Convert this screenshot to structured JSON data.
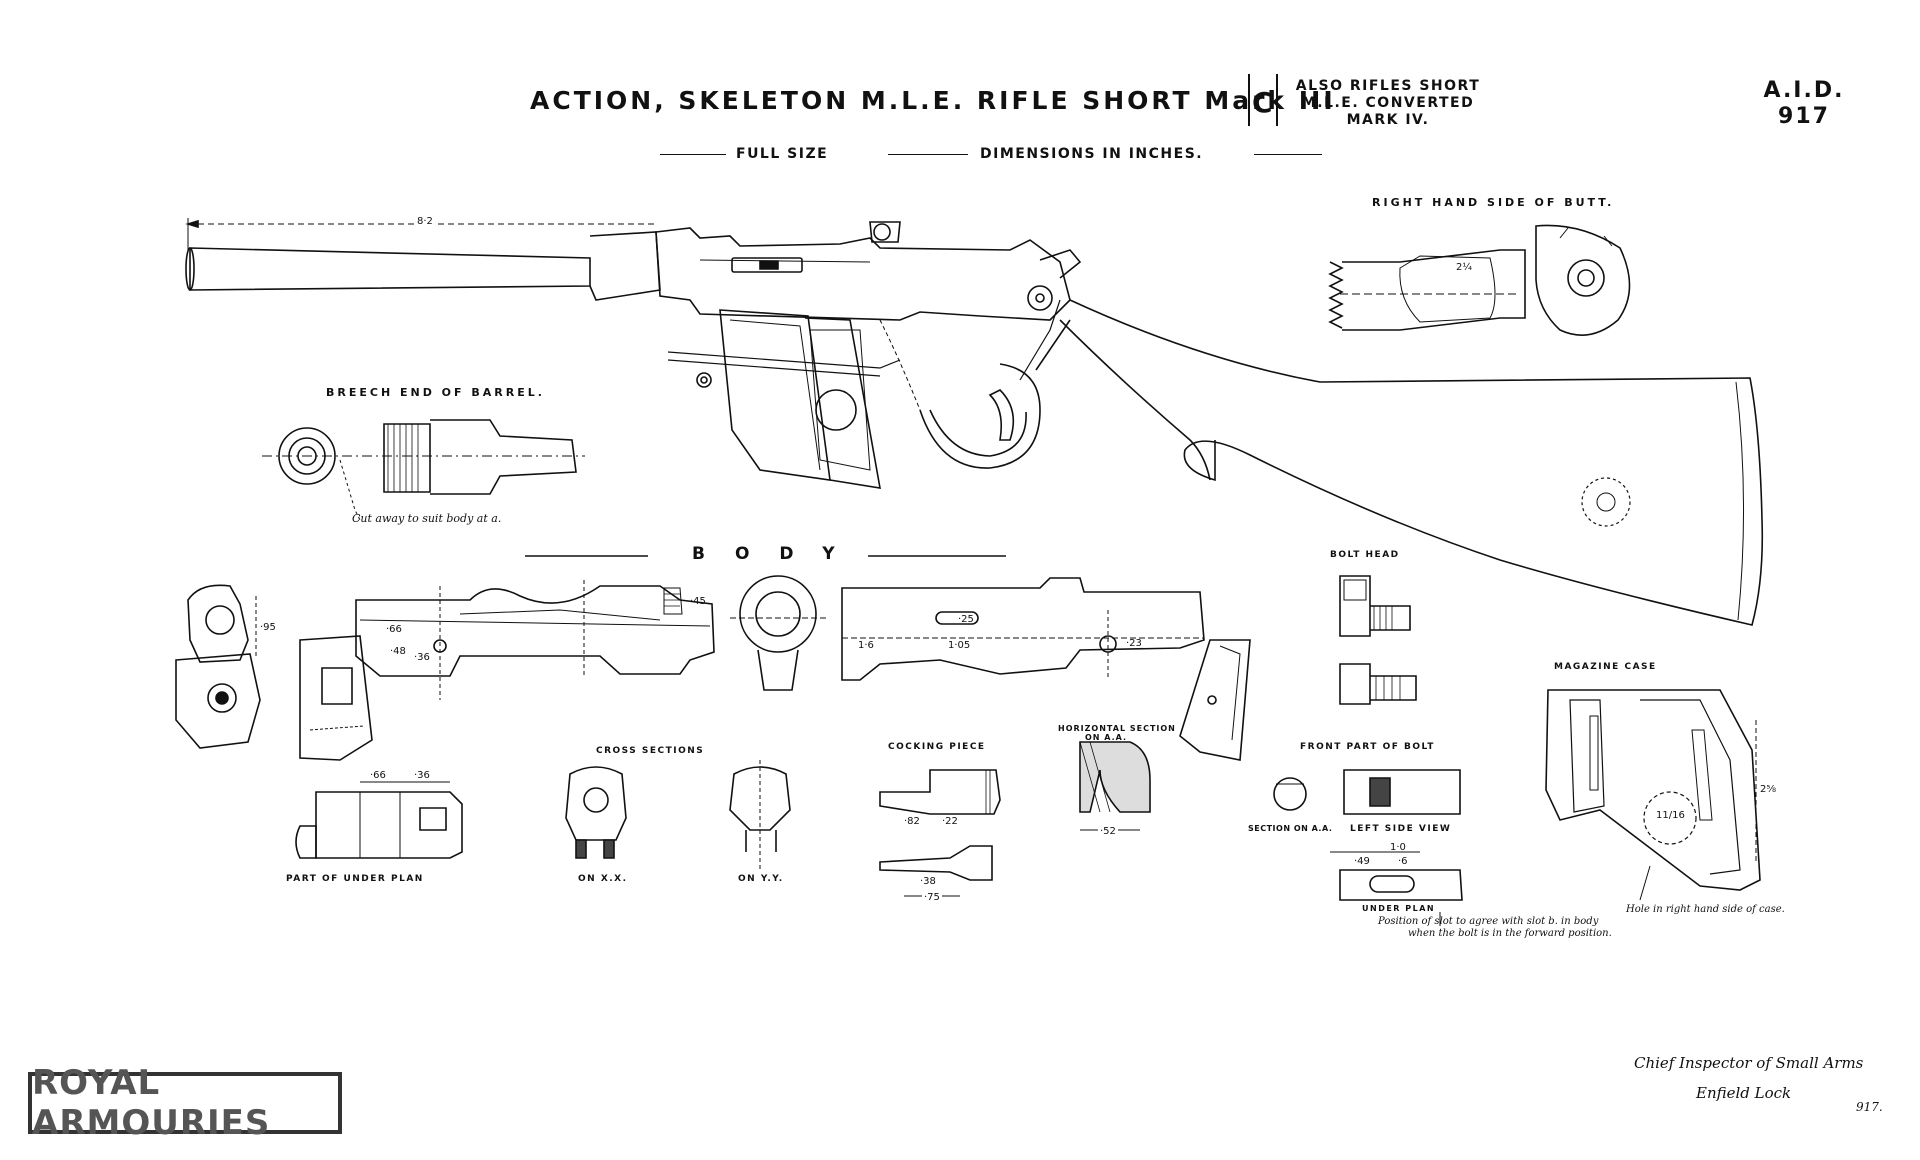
{
  "header": {
    "title": "ACTION, SKELETON  M.L.E. RIFLE SHORT",
    "mark": "Mark III",
    "mark_letter": "C",
    "also_line1": "ALSO RIFLES SHORT",
    "also_line2": "M.L.E. CONVERTED",
    "also_line3": "MARK IV.",
    "aid_line1": "A.I.D.",
    "aid_line2": "917"
  },
  "subheader": {
    "full_size": "FULL SIZE",
    "dimensions": "DIMENSIONS IN INCHES."
  },
  "labels": {
    "right_hand_butt": "RIGHT HAND SIDE OF BUTT.",
    "breech_end": "BREECH END OF BARREL.",
    "cut_away": "Cut away to suit body at a.",
    "body": "BODY",
    "bolt_head": "BOLT HEAD",
    "magazine_case": "MAGAZINE CASE",
    "front_part_bolt": "FRONT PART OF BOLT",
    "cross_sections": "CROSS SECTIONS",
    "cocking_piece": "COCKING PIECE",
    "horizontal_section": "HORIZONTAL SECTION",
    "horizontal_section_on": "ON A.A.",
    "part_under_plan": "PART OF UNDER PLAN",
    "on_xx": "ON X.X.",
    "on_yy": "ON Y.Y.",
    "section_on_aa": "SECTION ON A.A.",
    "left_side_view": "LEFT SIDE VIEW",
    "under_plan": "UNDER PLAN",
    "slot_note_1": "Position of slot to agree with slot b. in body",
    "slot_note_2": "when the bolt is in the forward position.",
    "hole_note": "Hole in right hand side of case."
  },
  "dimensions": {
    "barrel_length": "8·2",
    "butt_width": "2¼",
    "body_95": "·95",
    "body_66": "·66",
    "body_48": "·48",
    "body_36": "·36",
    "body_45": "·45",
    "body_25": "·25",
    "body_1_6": "1·6",
    "body_1_05": "1·05",
    "body_23": "·23",
    "underplan_66": "·66",
    "underplan_36": "·36",
    "cocking_82": "·82",
    "cocking_22": "·22",
    "cocking_38": "·38",
    "cocking_75": "·75",
    "horiz_52": "·52",
    "bolt_1_0": "1·0",
    "bolt_6": "·6",
    "bolt_49": "·49",
    "mag_2_5_8": "2⅝",
    "mag_11_16": "11/16"
  },
  "footer": {
    "inspector_line1": "Chief Inspector of Small Arms",
    "inspector_line2": "Enfield Lock",
    "sheet_no": "917.",
    "logo_text": "ROYAL ARMOURIES"
  }
}
